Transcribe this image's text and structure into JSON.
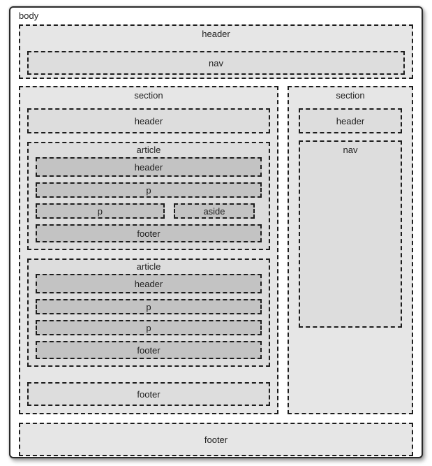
{
  "colors": {
    "fill_level1": "#e6e6e6",
    "fill_level2": "#dddddd",
    "fill_article_child": "#c3c3c3",
    "border": "#1c1c1c"
  },
  "diagram": {
    "body": {
      "label": "body"
    },
    "page_header": {
      "label": "header",
      "nav": {
        "label": "nav"
      }
    },
    "main_section": {
      "label": "section",
      "header": {
        "label": "header"
      },
      "articles": [
        {
          "label": "article",
          "header": {
            "label": "header"
          },
          "paragraph1": {
            "label": "p"
          },
          "paragraph2": {
            "label": "p"
          },
          "aside": {
            "label": "aside"
          },
          "footer": {
            "label": "footer"
          }
        },
        {
          "label": "article",
          "header": {
            "label": "header"
          },
          "paragraph1": {
            "label": "p"
          },
          "paragraph2": {
            "label": "p"
          },
          "footer": {
            "label": "footer"
          }
        }
      ],
      "footer": {
        "label": "footer"
      }
    },
    "sidebar_section": {
      "label": "section",
      "header": {
        "label": "header"
      },
      "nav": {
        "label": "nav"
      }
    },
    "page_footer": {
      "label": "footer"
    }
  }
}
